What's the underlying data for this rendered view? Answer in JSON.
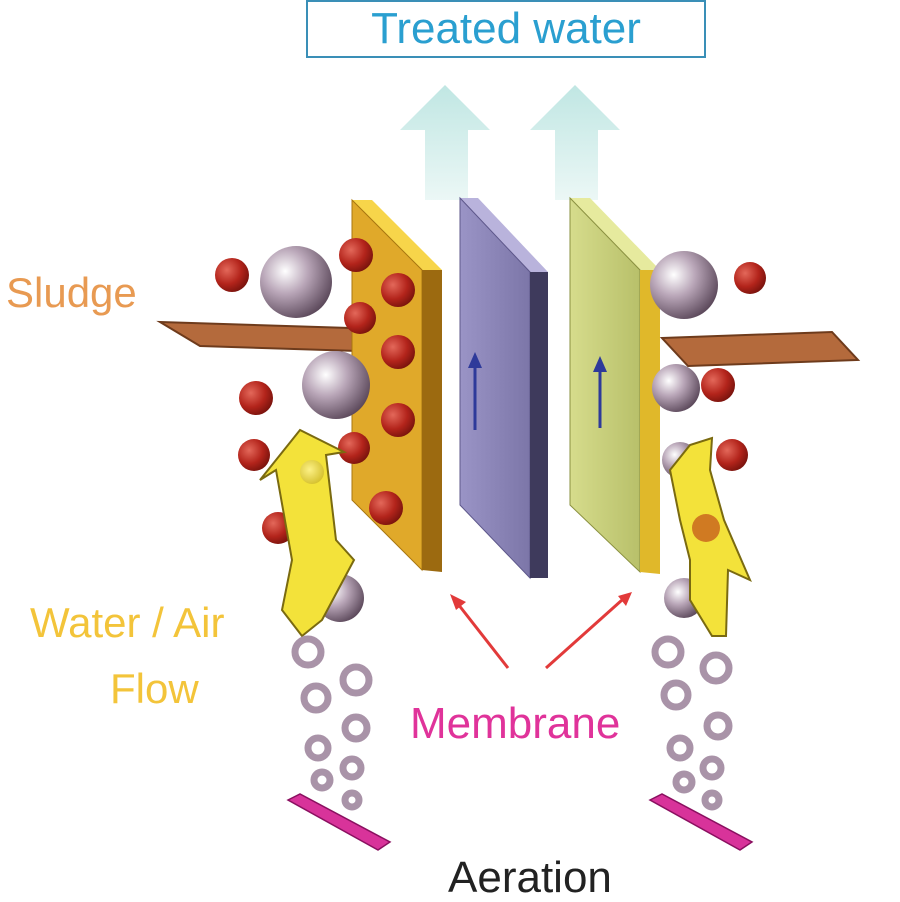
{
  "title": "Treated water",
  "labels": {
    "sludge": "Sludge",
    "flow_line1": "Water / Air",
    "flow_line2": "Flow",
    "membrane": "Membrane",
    "aeration": "Aeration"
  },
  "colors": {
    "title_border": "#3a8fb7",
    "title_text": "#2a9fd0",
    "sludge_text": "#e89a52",
    "flow_text": "#f3c43a",
    "membrane_text": "#e0339a",
    "aeration_text": "#222222",
    "sludge_particle": "#b0241c",
    "bubble": "#a993a8",
    "aerator": "#d8339a",
    "yellow_panel": "#e8b52c",
    "purple_membrane": "#8c86b8",
    "green_membrane": "#c8cf7c",
    "treated_water_arrow": "#bfe8e4",
    "pointer_arrow": "#e23a3a"
  }
}
